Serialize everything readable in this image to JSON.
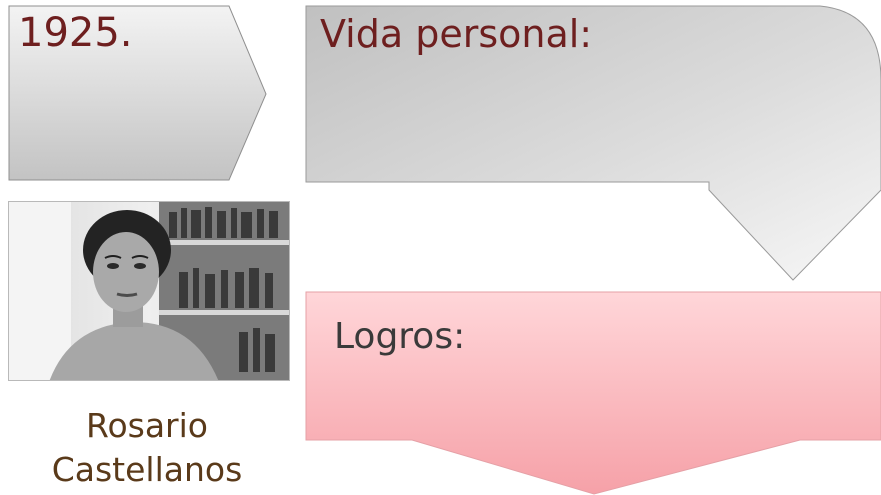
{
  "year": {
    "label": "1925."
  },
  "vida_personal": {
    "label": "Vida personal:"
  },
  "logros": {
    "label": "Logros:"
  },
  "person": {
    "name_line1": "Rosario",
    "name_line2": "Castellanos",
    "photo_icon": "portrait-photo"
  },
  "colors": {
    "gray_shape_light": "#f2f2f2",
    "gray_shape_dark": "#b8b8b8",
    "pink_shape_light": "#ffcfd3",
    "pink_shape_dark": "#f7a2a8",
    "label_dark_red": "#6e1f1f",
    "name_brown": "#5a3a1a"
  }
}
